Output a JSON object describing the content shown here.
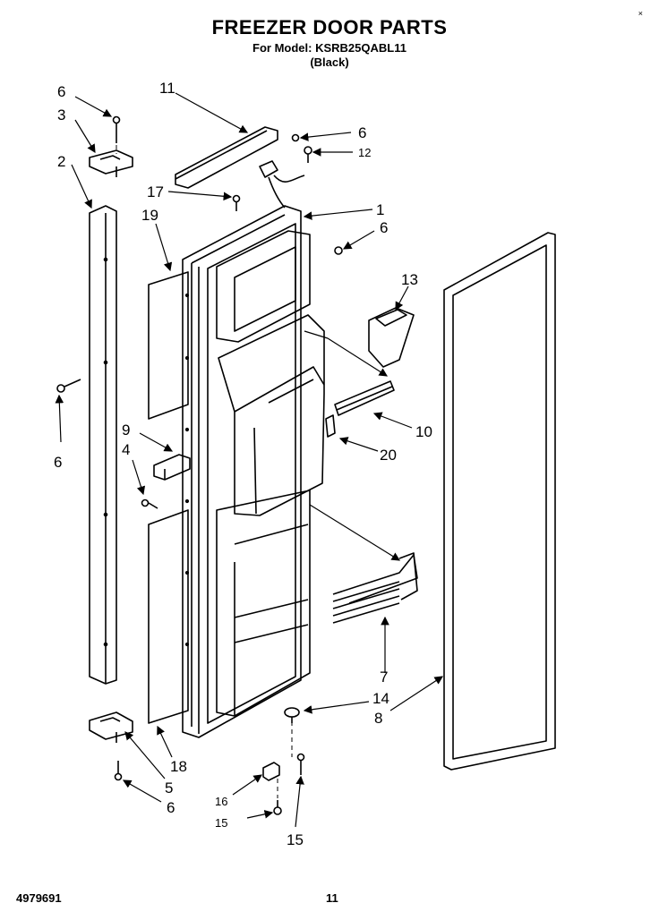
{
  "header": {
    "title": "FREEZER DOOR PARTS",
    "model_line": "For Model: KSRB25QABL11",
    "color_line": "(Black)",
    "corner_mark": "×"
  },
  "footer": {
    "doc_number": "4979691",
    "page_number": "11"
  },
  "callouts": {
    "c1": "1",
    "c2": "2",
    "c3": "3",
    "c4": "4",
    "c5": "5",
    "c6a": "6",
    "c6b": "6",
    "c6c": "6",
    "c6d": "6",
    "c6e": "6",
    "c7": "7",
    "c8": "8",
    "c9": "9",
    "c10": "10",
    "c11": "11",
    "c12": "12",
    "c13": "13",
    "c14": "14",
    "c15a": "15",
    "c15b": "15",
    "c16": "16",
    "c17": "17",
    "c18": "18",
    "c19": "19",
    "c20": "20"
  }
}
